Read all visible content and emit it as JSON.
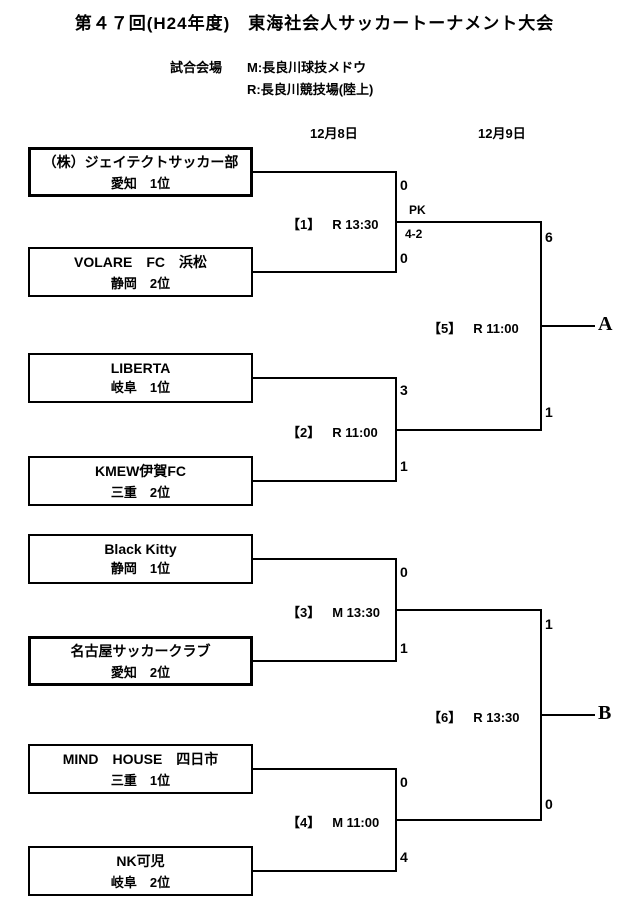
{
  "title": "第４７回(H24年度)　東海社会人サッカートーナメント大会",
  "venues": {
    "label": "試合会場",
    "m": "M:長良川球技メドウ",
    "r": "R:長良川競技場(陸上)"
  },
  "dates": {
    "day1": "12月8日",
    "day2": "12月9日"
  },
  "teams": [
    {
      "name": "（株）ジェイテクトサッカー部",
      "seed": "愛知　1位"
    },
    {
      "name": "VOLARE　FC　浜松",
      "seed": "静岡　2位"
    },
    {
      "name": "LIBERTA",
      "seed": "岐阜　1位"
    },
    {
      "name": "KMEW伊賀FC",
      "seed": "三重　2位"
    },
    {
      "name": "Black Kitty",
      "seed": "静岡　1位"
    },
    {
      "name": "名古屋サッカークラブ",
      "seed": "愛知　2位"
    },
    {
      "name": "MIND　HOUSE　四日市",
      "seed": "三重　1位"
    },
    {
      "name": "NK可児",
      "seed": "岐阜　2位"
    }
  ],
  "matches": [
    {
      "no": "【1】",
      "slot": "R 13:30",
      "score_top": "0",
      "score_bottom": "0",
      "pk_label": "PK",
      "pk_score": "4-2"
    },
    {
      "no": "【2】",
      "slot": "R 11:00",
      "score_top": "3",
      "score_bottom": "1"
    },
    {
      "no": "【3】",
      "slot": "M 13:30",
      "score_top": "0",
      "score_bottom": "1"
    },
    {
      "no": "【4】",
      "slot": "M 11:00",
      "score_top": "0",
      "score_bottom": "4"
    },
    {
      "no": "【5】",
      "slot": "R 11:00",
      "score_top": "6",
      "score_bottom": "1",
      "winner": "A"
    },
    {
      "no": "【6】",
      "slot": "R 13:30",
      "score_top": "1",
      "score_bottom": "0",
      "winner": "B"
    }
  ]
}
